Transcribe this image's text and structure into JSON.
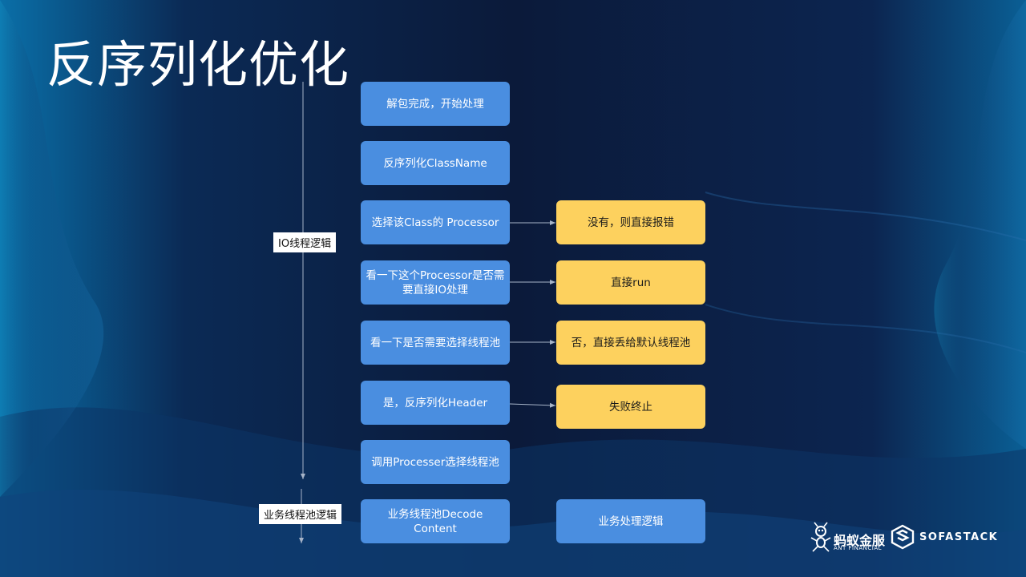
{
  "title": "反序列化优化",
  "lanes": {
    "io": "IO线程逻辑",
    "biz": "业务线程池逻辑"
  },
  "steps": [
    "解包完成，开始处理",
    "反序列化ClassName",
    "选择该Class的 Processor",
    "看一下这个Processor是否需要直接IO处理",
    "看一下是否需要选择线程池",
    "是，反序列化Header",
    "调用Processer选择线程池",
    "业务线程池Decode Content"
  ],
  "outcomes": [
    "没有，则直接报错",
    "直接run",
    "否，直接丢给默认线程池",
    "失败终止"
  ],
  "biz_logic": "业务处理逻辑",
  "logos": {
    "ant_cn": "蚂蚁金服",
    "ant_en": "ANT FINANCIAL",
    "sofa": "SOFASTACK"
  },
  "colors": {
    "step_box": "#4a8ee0",
    "outcome_box": "#fdd15e",
    "background": "#0b1a3a"
  }
}
